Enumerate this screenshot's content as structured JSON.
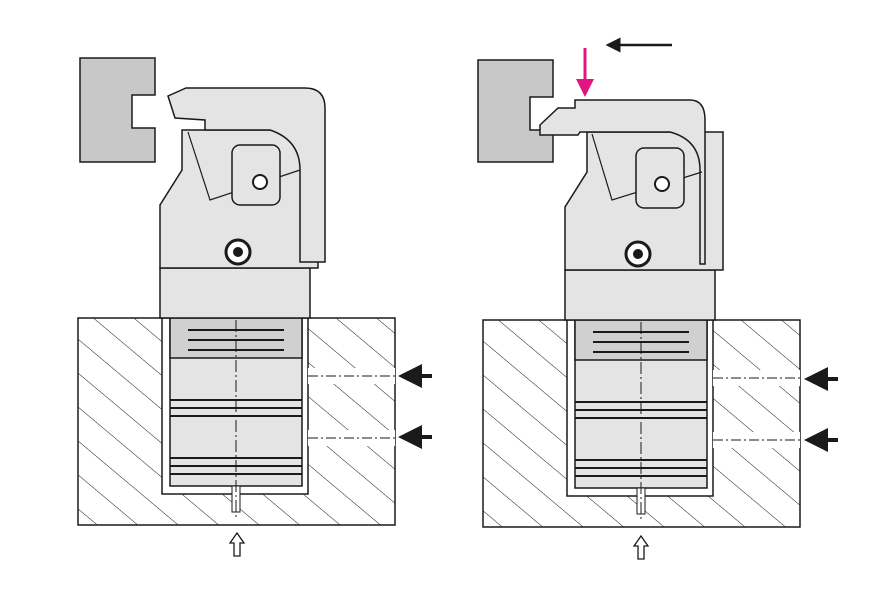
{
  "colors": {
    "background": "#ffffff",
    "outline": "#1a1a1a",
    "part_fill": "#e4e4e4",
    "workpiece_fill": "#c8c8c8",
    "hatch": "#1a1a1a",
    "clamp_arrow": "#e0157f",
    "pressure_arrow": "#1a1a1a"
  },
  "panels": [
    {
      "state": "unclamped",
      "icons": [
        "workpiece",
        "swing-clamp",
        "pressure-port-arrow",
        "pressure-port-arrow",
        "air-supply-arrow"
      ]
    },
    {
      "state": "clamped",
      "icons": [
        "workpiece",
        "swing-clamp",
        "clamping-force-arrow",
        "movement-arrow",
        "pressure-port-arrow",
        "pressure-port-arrow",
        "air-supply-arrow"
      ]
    }
  ]
}
